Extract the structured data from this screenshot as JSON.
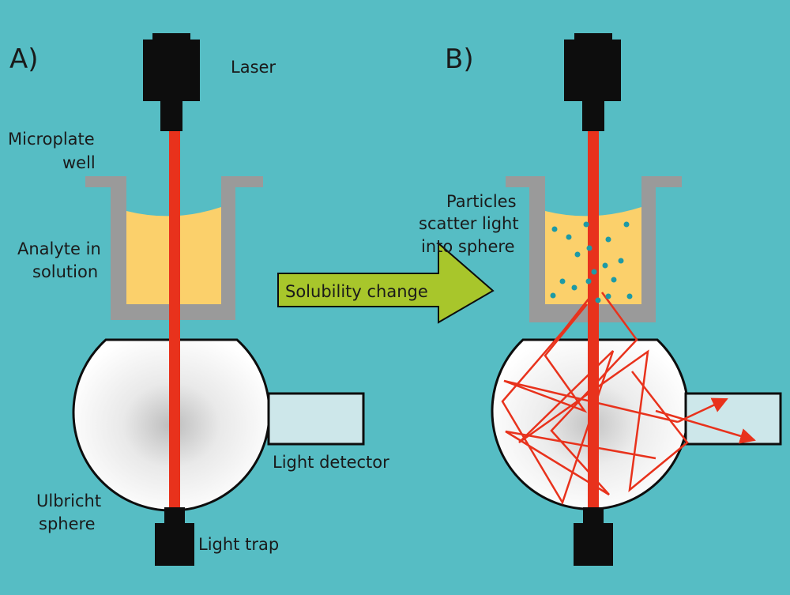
{
  "panel_a": {
    "letter": "A)",
    "laser": "Laser",
    "microplate_line1": "Microplate",
    "microplate_line2": "well",
    "analyte_line1": "Analyte in",
    "analyte_line2": "solution",
    "light_detector": "Light detector",
    "ulbricht_line1": "Ulbricht",
    "ulbricht_line2": "sphere",
    "light_trap": "Light trap"
  },
  "arrow": {
    "label": "Solubility change"
  },
  "panel_b": {
    "letter": "B)",
    "particles_line1": "Particles",
    "particles_line2": "scatter light",
    "particles_line3": "into sphere"
  },
  "colors": {
    "background": "#56bdc4",
    "laser_beam": "#e8321c",
    "device_black": "#0d0d0d",
    "well_gray": "#9a9a9a",
    "solution_yellow": "#fbd06b",
    "arrow_green": "#a8c62b",
    "detector_fill": "#cde7ea",
    "particle": "#1d9aa6"
  }
}
